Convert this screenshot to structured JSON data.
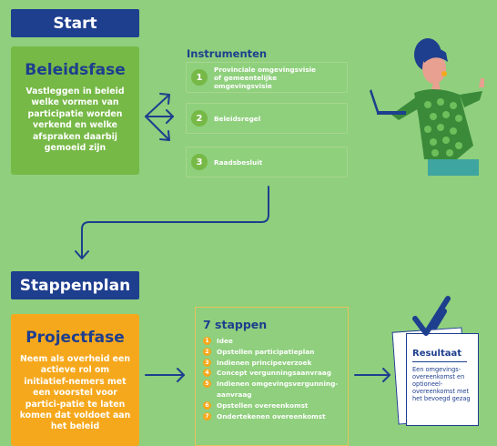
{
  "start_label": "Start",
  "beleidsfase": {
    "title": "Beleidsfase",
    "text": "Vastleggen in beleid welke vormen van participatie worden verkend en welke afspraken daarbij gemoeid zijn"
  },
  "instrumenten": {
    "title": "Instrumenten",
    "items": [
      {
        "num": "1",
        "label": "Provinciale omgevingsvisie of gemeentelijke omgevingsvisie"
      },
      {
        "num": "2",
        "label": "Beleidsregel"
      },
      {
        "num": "3",
        "label": "Raadsbesluit"
      }
    ]
  },
  "stappenplan_label": "Stappenplan",
  "projectfase": {
    "title": "Projectfase",
    "text": "Neem als overheid een actieve rol om initiatief-nemers met een voorstel voor partici-patie te laten komen dat voldoet aan het beleid"
  },
  "stappen": {
    "title": "7 stappen",
    "items": [
      {
        "num": "1",
        "label": "Idee"
      },
      {
        "num": "2",
        "label": "Opstellen participatieplan"
      },
      {
        "num": "3",
        "label": "Indienen principeverzoek"
      },
      {
        "num": "4",
        "label": "Concept vergunningsaanvraag"
      },
      {
        "num": "5",
        "label": "Indienen omgevingsvergunning-"
      },
      {
        "num": "",
        "label": "aanvraag"
      },
      {
        "num": "6",
        "label": "Opstellen overeenkomst"
      },
      {
        "num": "7",
        "label": "Ondertekenen overeenkomst"
      }
    ]
  },
  "resultaat": {
    "title": "Resultaat",
    "text": "Een omgevings-overeenkomst en optioneel-overeenkomst met het bevoegd gezag"
  },
  "colors": {
    "background": "#8fcf7d",
    "navy": "#1e3e8e",
    "green": "#76b946",
    "orange": "#f6a81c"
  }
}
